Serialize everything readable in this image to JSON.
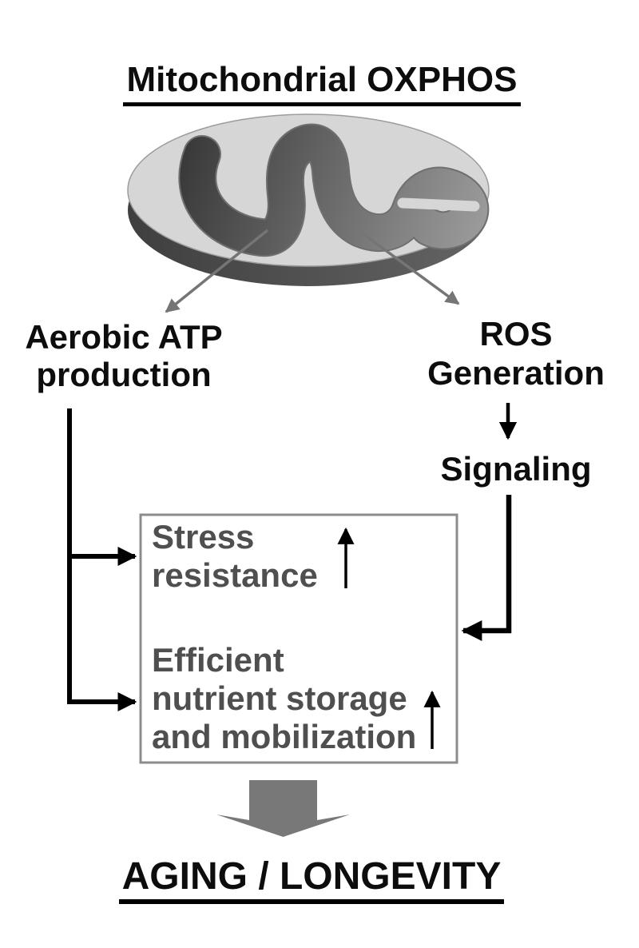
{
  "title": {
    "text": "Mitochondrial OXPHOS"
  },
  "labels": {
    "aerobic": {
      "line1": "Aerobic ATP",
      "line2": "production"
    },
    "ros": {
      "line1": "ROS",
      "line2": "Generation"
    },
    "signaling": "Signaling",
    "box": {
      "stress": {
        "line1": "Stress",
        "line2": "resistance"
      },
      "efficient": {
        "line1": "Efficient",
        "line2": "nutrient storage",
        "line3": "and mobilization"
      }
    },
    "aging": "AGING / LONGEVITY"
  },
  "icons": {
    "mitochondrion": "mitochondrion-disc-illustration",
    "increase_arrows": "up-arrow",
    "flow_arrows": "down-and-branch-arrows",
    "outcome_arrow": "down-block-arrow"
  },
  "colors": {
    "text": "#0d0d0d",
    "box_text": "#4f4f4f",
    "box_border": "#8c8c8c",
    "disc_top": "#d6d6d6",
    "disc_rim_dark": "#3f3f3f",
    "disc_rim_light": "#646464",
    "squiggle_dark": "#3a3a3a",
    "squiggle_light": "#9a9a9a",
    "thin_arrow": "#757575",
    "block_arrow": "#787878",
    "line": "#000000",
    "background": "#ffffff"
  }
}
